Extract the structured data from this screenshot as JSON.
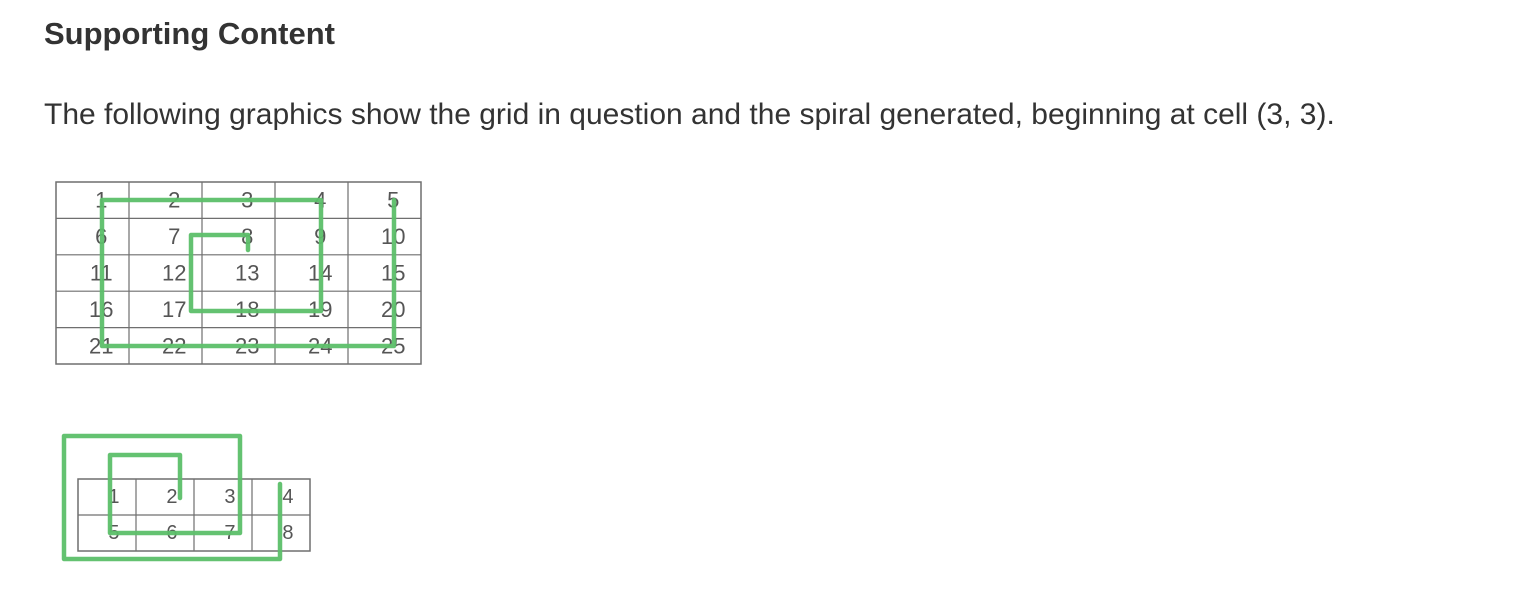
{
  "section": {
    "heading": "Supporting Content",
    "paragraph": "The following graphics show the grid in question and the spiral generated, beginning at cell (3, 3)."
  },
  "colors": {
    "spiral": "#5cbf69",
    "grid_line": "#6f6f6f",
    "cell_text": "#555555"
  },
  "figures": [
    {
      "rows": 5,
      "cols": 5,
      "cells": [
        [
          "1",
          "2",
          "3",
          "4",
          "5"
        ],
        [
          "6",
          "7",
          "8",
          "9",
          "10"
        ],
        [
          "11",
          "12",
          "13",
          "14",
          "15"
        ],
        [
          "16",
          "17",
          "18",
          "19",
          "20"
        ],
        [
          "21",
          "22",
          "23",
          "24",
          "25"
        ]
      ]
    },
    {
      "rows": 2,
      "cols": 4,
      "cells": [
        [
          "1",
          "2",
          "3",
          "4"
        ],
        [
          "5",
          "6",
          "7",
          "8"
        ]
      ]
    }
  ]
}
